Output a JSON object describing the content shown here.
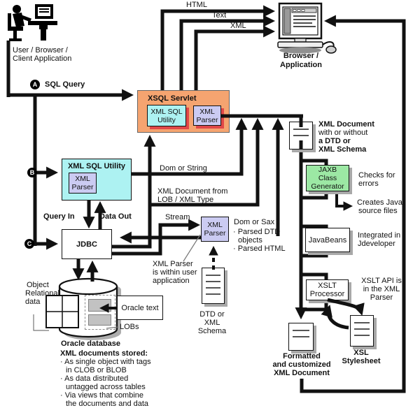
{
  "user": {
    "label_line1": "User / Browser /",
    "label_line2": "Client Application"
  },
  "browser": {
    "label_line1": "Browser /",
    "label_line2": "Application"
  },
  "top_arrows": {
    "html": "HTML",
    "text": "Text",
    "xml": "XML"
  },
  "markers": {
    "a": "A",
    "b": "B",
    "c": "C"
  },
  "sql_query": "SQL Query",
  "xsql_servlet": {
    "title": "XSQL Servlet",
    "utility_l1": "XML SQL",
    "utility_l2": "Utility",
    "parser_l1": "XML",
    "parser_l2": "Parser"
  },
  "xml_sql_utility": {
    "title": "XML SQL Utility",
    "parser_l1": "XML",
    "parser_l2": "Parser"
  },
  "jdbc": {
    "title": "JDBC"
  },
  "mid_parser": {
    "l1": "XML",
    "l2": "Parser"
  },
  "labels": {
    "dom_or_string": "Dom or String",
    "xml_doc_from_l1": "XML Document from",
    "xml_doc_from_l2": "LOB / XML Type",
    "query_in": "Query In",
    "data_out": "Data Out",
    "stream": "Stream",
    "dom_or_sax": "Dom or Sax",
    "parsed_l1": "· Parsed DTD",
    "parsed_l2": "objects",
    "parsed_l3": "· Parsed HTML",
    "parser_note_l1": "XML Parser",
    "parser_note_l2": "is within user",
    "parser_note_l3": "application"
  },
  "db": {
    "object_rel_l1": "Object",
    "object_rel_l2": "Relational",
    "object_rel_l3": "data",
    "oracle_text": "Oracle text",
    "lobs": "LOBs",
    "caption": "Oracle database"
  },
  "stored": {
    "title": "XML documents stored:",
    "b1a": "· As single object with tags",
    "b1b": "in CLOB or BLOB",
    "b2a": "· As data distributed",
    "b2b": "untagged across tables",
    "b3a": "· Via views that combine",
    "b3b": "the documents and data"
  },
  "dtd_doc": {
    "l1": "DTD or",
    "l2": "XML",
    "l3": "Schema"
  },
  "xml_document": {
    "l1": "XML Document",
    "l2": "with or without",
    "l3": "a DTD or",
    "l4": "XML Schema"
  },
  "jaxb": {
    "l1": "JAXB",
    "l2": "Class",
    "l3": "Generator",
    "note1": "Checks for",
    "note2": "errors",
    "creates1": "Creates Java",
    "creates2": "source files"
  },
  "javabeans": {
    "title": "JavaBeans",
    "note1": "Integrated in",
    "note2": "Jdeveloper"
  },
  "xslt": {
    "l1": "XSLT",
    "l2": "Processor",
    "note1": "XSLT API is",
    "note2": "in the XML",
    "note3": "Parser"
  },
  "formatted_doc": {
    "l1": "Formatted",
    "l2": "and customized",
    "l3": "XML Document"
  },
  "xsl_doc": {
    "l1": "XSL",
    "l2": "Stylesheet"
  },
  "colors": {
    "servlet_orange": "#F5A470",
    "utility_cyan": "#ADF2F2",
    "parser_lavender": "#CBCBF2",
    "jaxb_green": "#9CE8A4",
    "red_shadow": "#E04848",
    "gray_shadow": "#A8A8A8"
  }
}
